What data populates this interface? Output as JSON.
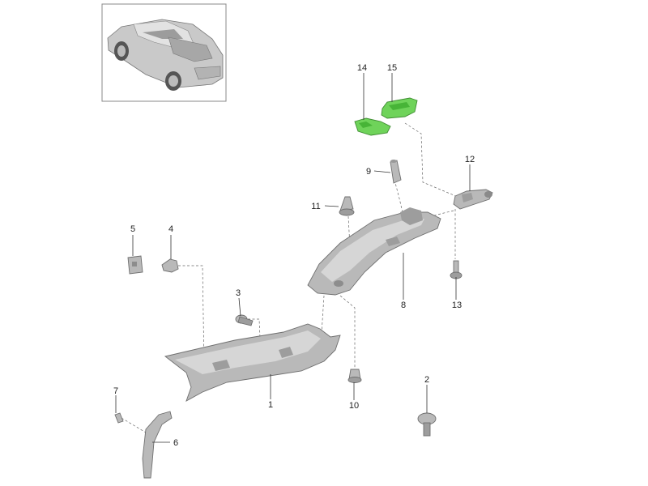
{
  "diagram": {
    "thumbnail": {
      "name": "vehicle-thumbnail"
    },
    "callouts": [
      {
        "id": "1",
        "label": "1"
      },
      {
        "id": "2",
        "label": "2"
      },
      {
        "id": "3",
        "label": "3"
      },
      {
        "id": "4",
        "label": "4"
      },
      {
        "id": "5",
        "label": "5"
      },
      {
        "id": "6",
        "label": "6"
      },
      {
        "id": "7",
        "label": "7"
      },
      {
        "id": "8",
        "label": "8"
      },
      {
        "id": "9",
        "label": "9"
      },
      {
        "id": "10",
        "label": "10"
      },
      {
        "id": "11",
        "label": "11"
      },
      {
        "id": "12",
        "label": "12"
      },
      {
        "id": "13",
        "label": "13"
      },
      {
        "id": "14",
        "label": "14"
      },
      {
        "id": "15",
        "label": "15"
      }
    ],
    "colors": {
      "part_gray": "#b9b9b9",
      "highlight_green": "#6fd35a",
      "line": "#333333"
    }
  }
}
